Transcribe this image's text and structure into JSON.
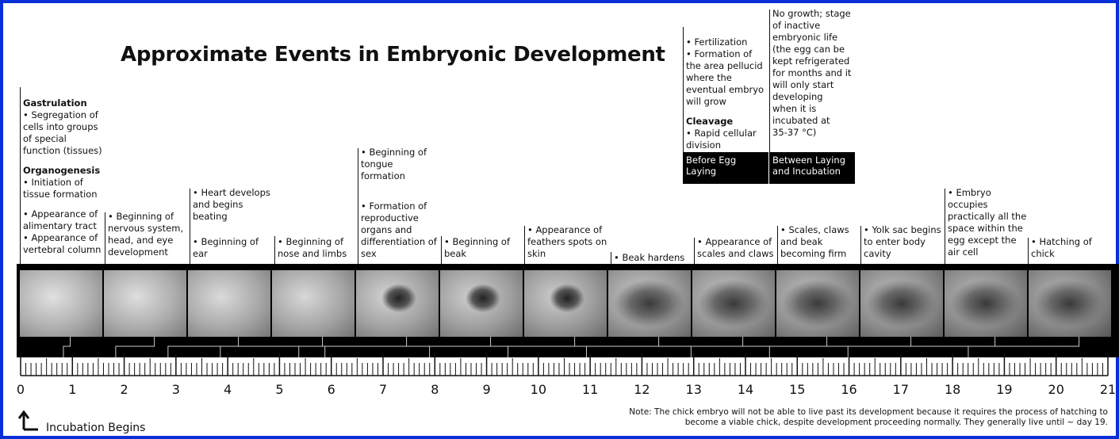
{
  "title": "Approximate Events in Embryonic Development",
  "colors": {
    "frame": "#0a2fd8",
    "strip": "#000000",
    "text": "#111111"
  },
  "annotations": {
    "day0": {
      "gastrulation_head": "Gastrulation",
      "gastrulation_text": "• Segregation of\ncells into groups\nof special\nfunction (tissues)",
      "organogenesis_head": "Organogenesis",
      "organogenesis_text": "• Initiation of\ntissue formation",
      "appearance_text": "• Appearance of\nalimentary tract\n• Appearance of\nvertebral column"
    },
    "day2": "• Beginning of\nnervous system,\nhead, and eye\ndevelopment",
    "day3_heart": "• Heart develops\nand begins\nbeating",
    "day3_ear": "• Beginning of\near",
    "day4": "• Beginning of\nnose and limbs",
    "day6_tongue": "• Beginning of\ntongue\nformation",
    "day6_repro": "• Formation of\nreproductive\norgans and\ndifferentiation of\nsex",
    "day8": "• Beginning of\nbeak",
    "day10": "• Appearance of\nfeathers spots on\nskin",
    "day11": "• Beak hardens",
    "day13": "• Appearance of\nscales and claws",
    "day15": "• Scales, claws\nand beak\nbecoming firm",
    "day16": "• Yolk sac begins\nto enter body\ncavity",
    "day18": "• Embryo\noccupies\npractically all the\nspace within the\negg except the\nair cell",
    "day20": "• Hatching of\nchick",
    "before_laying": {
      "events_text": "• Fertilization\n• Formation of\nthe area pellucid\nwhere the\neventual embryo\nwill grow",
      "cleavage_head": "Cleavage",
      "cleavage_text": "• Rapid cellular\ndivision",
      "label": "Before Egg\nLaying"
    },
    "between": {
      "text": "No growth; stage\nof inactive\nembryonic life\n(the egg can be\nkept refrigerated\nfor months and it\nwill only start\ndeveloping\nwhen it is\nincubated at\n35-37 °C)",
      "label": "Between Laying\nand Incubation"
    }
  },
  "photo_stages": 13,
  "ruler": {
    "min": 0,
    "max": 21,
    "labels": [
      "0",
      "1",
      "2",
      "3",
      "4",
      "5",
      "6",
      "7",
      "8",
      "9",
      "10",
      "11",
      "12",
      "13",
      "14",
      "15",
      "16",
      "17",
      "18",
      "19",
      "20",
      "21"
    ]
  },
  "incubation_label": "Incubation Begins",
  "note": "Note: The chick embryo will not be able to live past its development because it requires the process of hatching to\nbecome a viable chick, despite development proceeding normally. They generally live until ~ day 19."
}
